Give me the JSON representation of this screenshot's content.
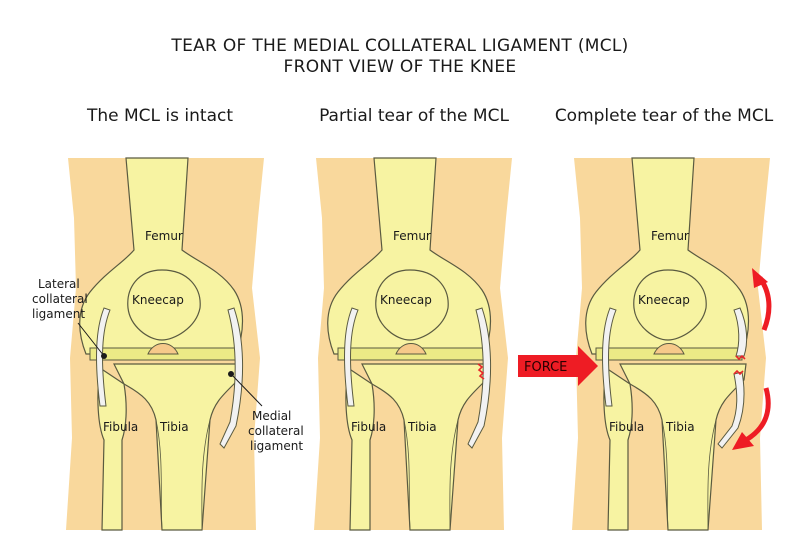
{
  "title": {
    "line1": "TEAR OF THE MEDIAL COLLATERAL LIGAMENT (MCL)",
    "line2": "FRONT VIEW OF THE KNEE"
  },
  "panels": [
    {
      "heading": "The MCL is intact",
      "femur": "Femur",
      "kneecap": "Kneecap",
      "fibula": "Fibula",
      "tibia": "Tibia"
    },
    {
      "heading": "Partial tear of the MCL",
      "femur": "Femur",
      "kneecap": "Kneecap",
      "fibula": "Fibula",
      "tibia": "Tibia"
    },
    {
      "heading": "Complete tear of the MCL",
      "femur": "Femur",
      "kneecap": "Kneecap",
      "fibula": "Fibula",
      "tibia": "Tibia"
    }
  ],
  "callouts": {
    "lateral": [
      "Lateral",
      "collateral",
      "ligament"
    ],
    "medial": [
      "Medial",
      "collateral",
      "ligament"
    ]
  },
  "force_label": "FORCE",
  "colors": {
    "skin": "#f9d89c",
    "bone": "#f7f3a2",
    "bone_shade": "#ecea86",
    "outline": "#5a5a40",
    "ligament": "#f2f2f2",
    "arrow": "#ee1c24",
    "tear": "#e8262b"
  }
}
